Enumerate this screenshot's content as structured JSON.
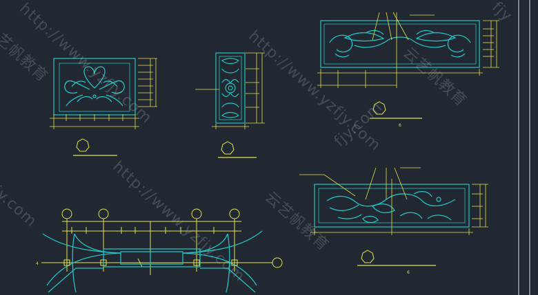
{
  "colors": {
    "background": "#222831",
    "drawing_cyan": "#23c4c4",
    "dimension_yellow": "#e6e24a",
    "frame_white": "#d8dde6",
    "watermark": "rgba(200,205,215,0.22)"
  },
  "watermarks": {
    "url": "http://www.yzfjy.com",
    "brand": "云艺帆教育",
    "brand_fragment": "艺帆教育",
    "url_tail": "fjy.com",
    "brand_tail": "fjy"
  },
  "labels": {
    "detail_mark_top_right": "6",
    "detail_mark_bottom_right": "6",
    "view_mark_left": "4"
  }
}
